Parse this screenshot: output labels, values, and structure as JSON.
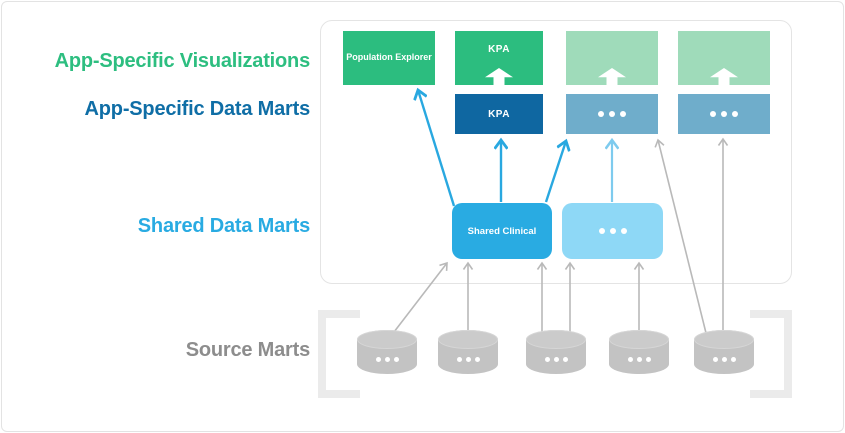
{
  "title_labels": {
    "app_specific_visualizations": "App-Specific Visualizations",
    "app_specific_data_marts": "App-Specific Data Marts",
    "shared_data_marts": "Shared Data Marts",
    "source_marts": "Source Marts"
  },
  "boxes": {
    "population_explorer": "Population Explorer",
    "kpa_visualization": "KPA",
    "kpa_data_mart": "KPA",
    "shared_clinical": "Shared Clinical"
  },
  "source_marts_count": 5,
  "colors": {
    "green": "#2cbd7f",
    "light_green": "#9fdbba",
    "dark_blue": "#0f67a1",
    "steel_blue": "#6fadcb",
    "cyan": "#29abe2",
    "light_cyan_box": "#8ed8f6",
    "label_green": "#2dbe80",
    "label_dark_blue": "#0f6ea6",
    "label_cyan": "#29abe2",
    "label_gray": "#8d8d8d",
    "arrow_gray": "#b9b9b9",
    "arrow_cyan": "#29a8e0",
    "arrow_light_cyan": "#7ecbee",
    "cylinder_gray": "#c3c3c3",
    "bracket_gray": "#ebebeb"
  }
}
